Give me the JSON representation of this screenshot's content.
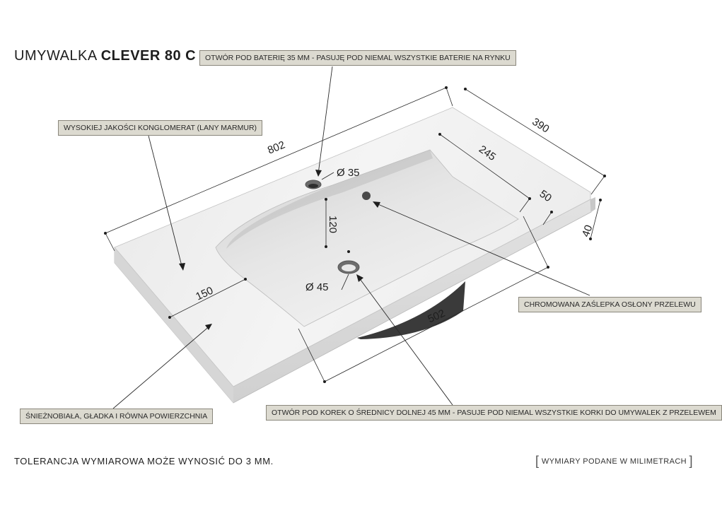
{
  "title": {
    "prefix": "UMYWALKA ",
    "model": "CLEVER 80 C"
  },
  "callouts": {
    "tap_hole": "OTWÓR POD BATERIĘ 35 MM - PASUJĘ POD NIEMAL WSZYSTKIE BATERIE NA RYNKU",
    "material": "WYSOKIEJ JAKOŚCI KONGLOMERAT (LANY MARMUR)",
    "overflow": "CHROMOWANA ZAŚLEPKA OSŁONY PRZELEWU",
    "surface": "ŚNIEŻNOBIAŁA, GŁADKA I RÓWNA POWIERZCHNIA",
    "drain": "OTWÓR POD KOREK O ŚREDNICY DOLNEJ 45 MM - PASUJE POD NIEMAL WSZYSTKIE KORKI DO UMYWALEK Z PRZELEWEM"
  },
  "dimensions": {
    "length": "802",
    "depth": "390",
    "basin_depth": "245",
    "rim": "50",
    "thickness": "40",
    "tap_offset": "120",
    "ledge": "150",
    "basin_length": "502",
    "tap_diameter": "Ø 35",
    "drain_diameter": "Ø 45"
  },
  "footer": {
    "tolerance": "TOLERANCJA WYMIAROWA MOŻE WYNOSIĆ DO 3 MM.",
    "bracket_open": "[",
    "units": "WYMIARY PODANE W MILIMETRACH",
    "bracket_close": "]"
  }
}
